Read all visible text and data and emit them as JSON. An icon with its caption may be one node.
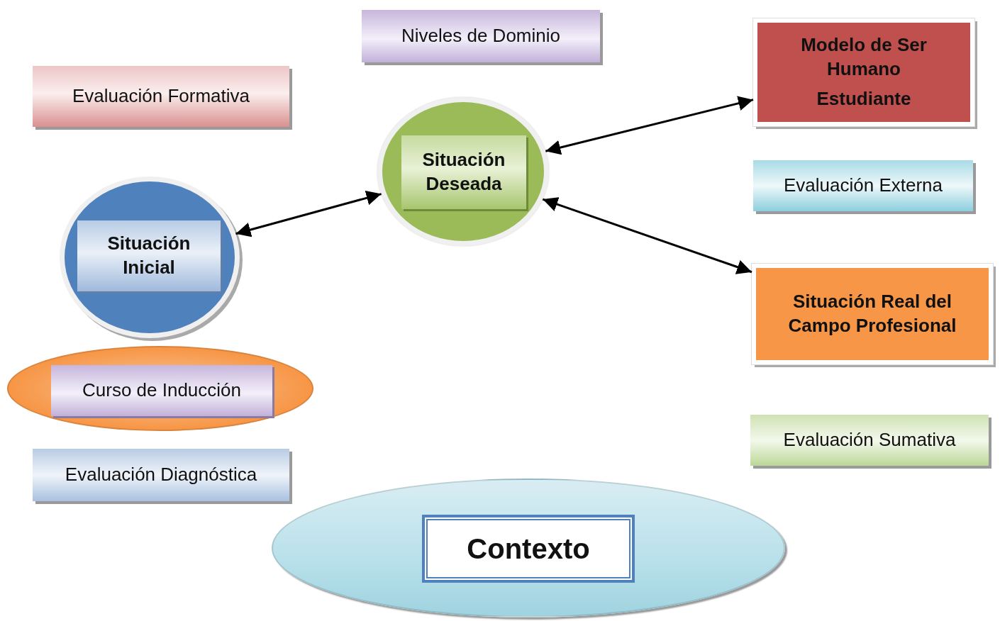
{
  "diagram": {
    "nodes": [
      {
        "text": [
          "Niveles de Dominio"
        ]
      },
      {
        "text": [
          "Evaluación Formativa"
        ]
      },
      {
        "text": [
          "Modelo de Ser Humano",
          "Estudiante"
        ]
      },
      {
        "text": [],
        "shape": "circle"
      },
      {
        "text": [
          "Situación Deseada"
        ],
        "in": 3
      },
      {
        "text": [
          "Evaluación Externa"
        ]
      },
      {
        "text": [],
        "shape": "circle"
      },
      {
        "text": [
          "Situación Inicial"
        ],
        "in": 6
      },
      {
        "text": [
          "Situación Real del Campo Profesional"
        ]
      },
      {
        "text": [],
        "shape": "ellipse"
      },
      {
        "text": [
          "Curso de Inducción"
        ],
        "in": 9
      },
      {
        "text": [
          "Evaluación Sumativa"
        ]
      },
      {
        "text": [
          "Evaluación Diagnóstica"
        ]
      },
      {
        "text": [],
        "shape": "ellipse"
      },
      {
        "text": [
          "Contexto"
        ],
        "in": 13
      }
    ],
    "edges": [
      {
        "from": 3,
        "to": 2,
        "arrow": "both"
      },
      {
        "from": 6,
        "to": 3,
        "arrow": "both"
      },
      {
        "from": 3,
        "to": 8,
        "arrow": "both"
      }
    ]
  }
}
